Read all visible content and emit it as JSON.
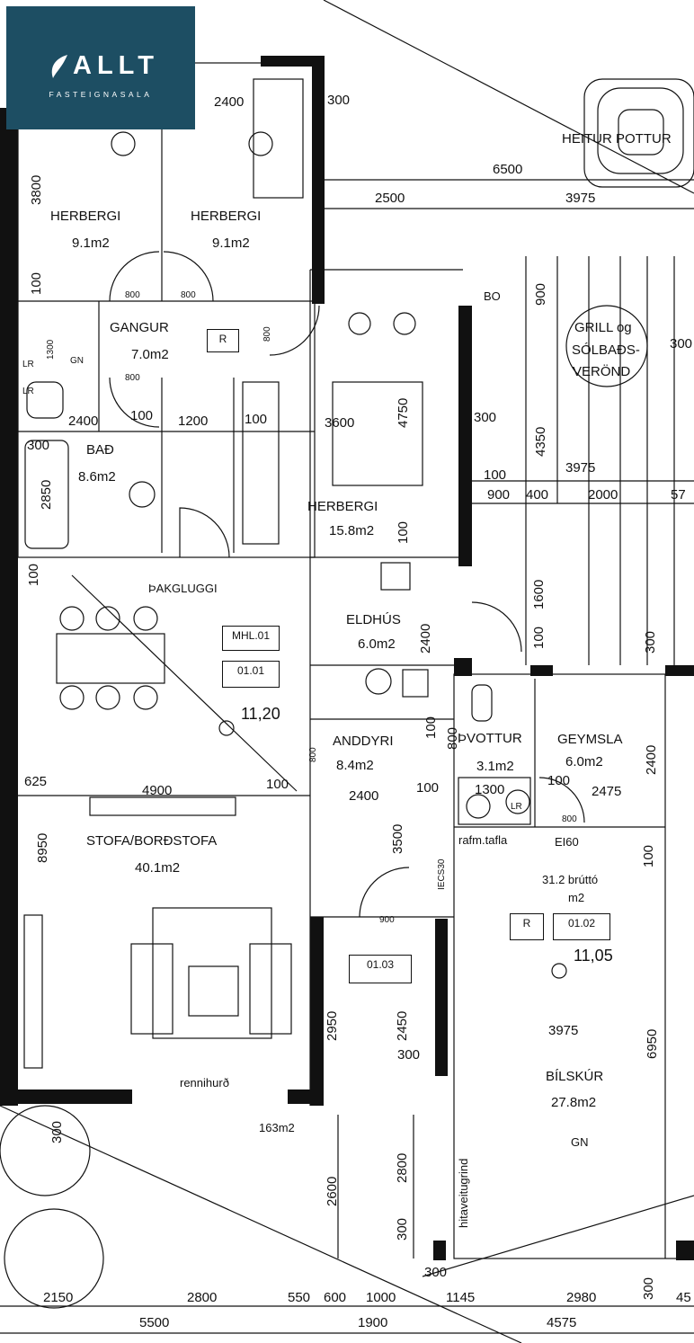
{
  "logo": {
    "brand": "ALLT",
    "sub": "FASTEIGNASALA"
  },
  "rooms": {
    "herbergi1": {
      "name": "HERBERGI",
      "area": "9.1m2"
    },
    "herbergi2": {
      "name": "HERBERGI",
      "area": "9.1m2"
    },
    "gangur": {
      "name": "GANGUR",
      "area": "7.0m2"
    },
    "bad": {
      "name": "BAÐ",
      "area": "8.6m2"
    },
    "herbergi3": {
      "name": "HERBERGI",
      "area": "15.8m2"
    },
    "eldhus": {
      "name": "ELDHÚS",
      "area": "6.0m2"
    },
    "thakgluggi": "ÞAKGLUGGI",
    "stofa": {
      "name": "STOFA/BORÐSTOFA",
      "area": "40.1m2"
    },
    "anddyri": {
      "name": "ANDDYRI",
      "area": "8.4m2"
    },
    "thvottur": {
      "name": "ÞVOTTUR",
      "area": "3.1m2"
    },
    "geymsla": {
      "name": "GEYMSLA",
      "area": "6.0m2"
    },
    "bilskur": {
      "name": "BÍLSKÚR",
      "area": "27.8m2",
      "code": "GN"
    },
    "heitur": "HEITUR POTTUR",
    "grill": [
      "GRILL og",
      "SÓLBAÐS-",
      "VERÖND"
    ]
  },
  "tags": {
    "mhl": "MHL.01",
    "u0101": "01.01",
    "u0102": "01.02",
    "u0103": "01.03",
    "r": "R"
  },
  "levels": {
    "main": "11,20",
    "garage": "11,05"
  },
  "labels": {
    "total": "163m2",
    "brutto1": "31.2 brúttó",
    "brutto2": "m2",
    "rennihurd": "rennihurð",
    "rafm": "rafm.tafla",
    "ei60": "EI60",
    "hitaveita": "hitaveitugrind",
    "iecs": "IECS30",
    "bo": "BO",
    "gn": "GN",
    "lr": "LR"
  },
  "dims": {
    "d2400a": "2400",
    "d300a": "300",
    "d6500": "6500",
    "d2500": "2500",
    "d3975a": "3975",
    "d3800": "3800",
    "d100a": "100",
    "d800a": "800",
    "d800b": "800",
    "d800c": "800",
    "d1300": "1300",
    "d800d": "800",
    "d900a": "900",
    "d300b": "300",
    "d2400b": "2400",
    "d100b": "100",
    "d1200": "1200",
    "d100c": "100",
    "d3600": "3600",
    "d4750": "4750",
    "d300c": "300",
    "d4350": "4350",
    "d100d": "100",
    "d3975b": "3975",
    "d900b": "900",
    "d400": "400",
    "d2000": "2000",
    "d57": "57",
    "d300d": "300",
    "d2850": "2850",
    "d100e": "100",
    "d100f": "100",
    "d2400c": "2400",
    "d1600": "1600",
    "d100g": "100",
    "d300e": "300",
    "d800e": "800",
    "d100h": "100",
    "d2400d": "2400",
    "d100i": "100",
    "d1300b": "1300",
    "d100j": "100",
    "d2475": "2475",
    "d800f": "800",
    "d100k": "100",
    "d625": "625",
    "d4900": "4900",
    "d100l": "100",
    "d8950": "8950",
    "d3500": "3500",
    "d800g": "800",
    "d900c": "900",
    "d2950": "2950",
    "d2450": "2450",
    "d300f": "300",
    "d3975c": "3975",
    "d6950": "6950",
    "d2800a": "2800",
    "d2600": "2600",
    "d300g": "300",
    "d300h": "300",
    "d300i": "300",
    "d300j": "300",
    "d2150": "2150",
    "d2800b": "2800",
    "d550": "550",
    "d600": "600",
    "d1000": "1000",
    "d1145": "1145",
    "d2980": "2980",
    "d45": "45",
    "d5500": "5500",
    "d1900": "1900",
    "d4575": "4575",
    "d2400e": "2400"
  }
}
